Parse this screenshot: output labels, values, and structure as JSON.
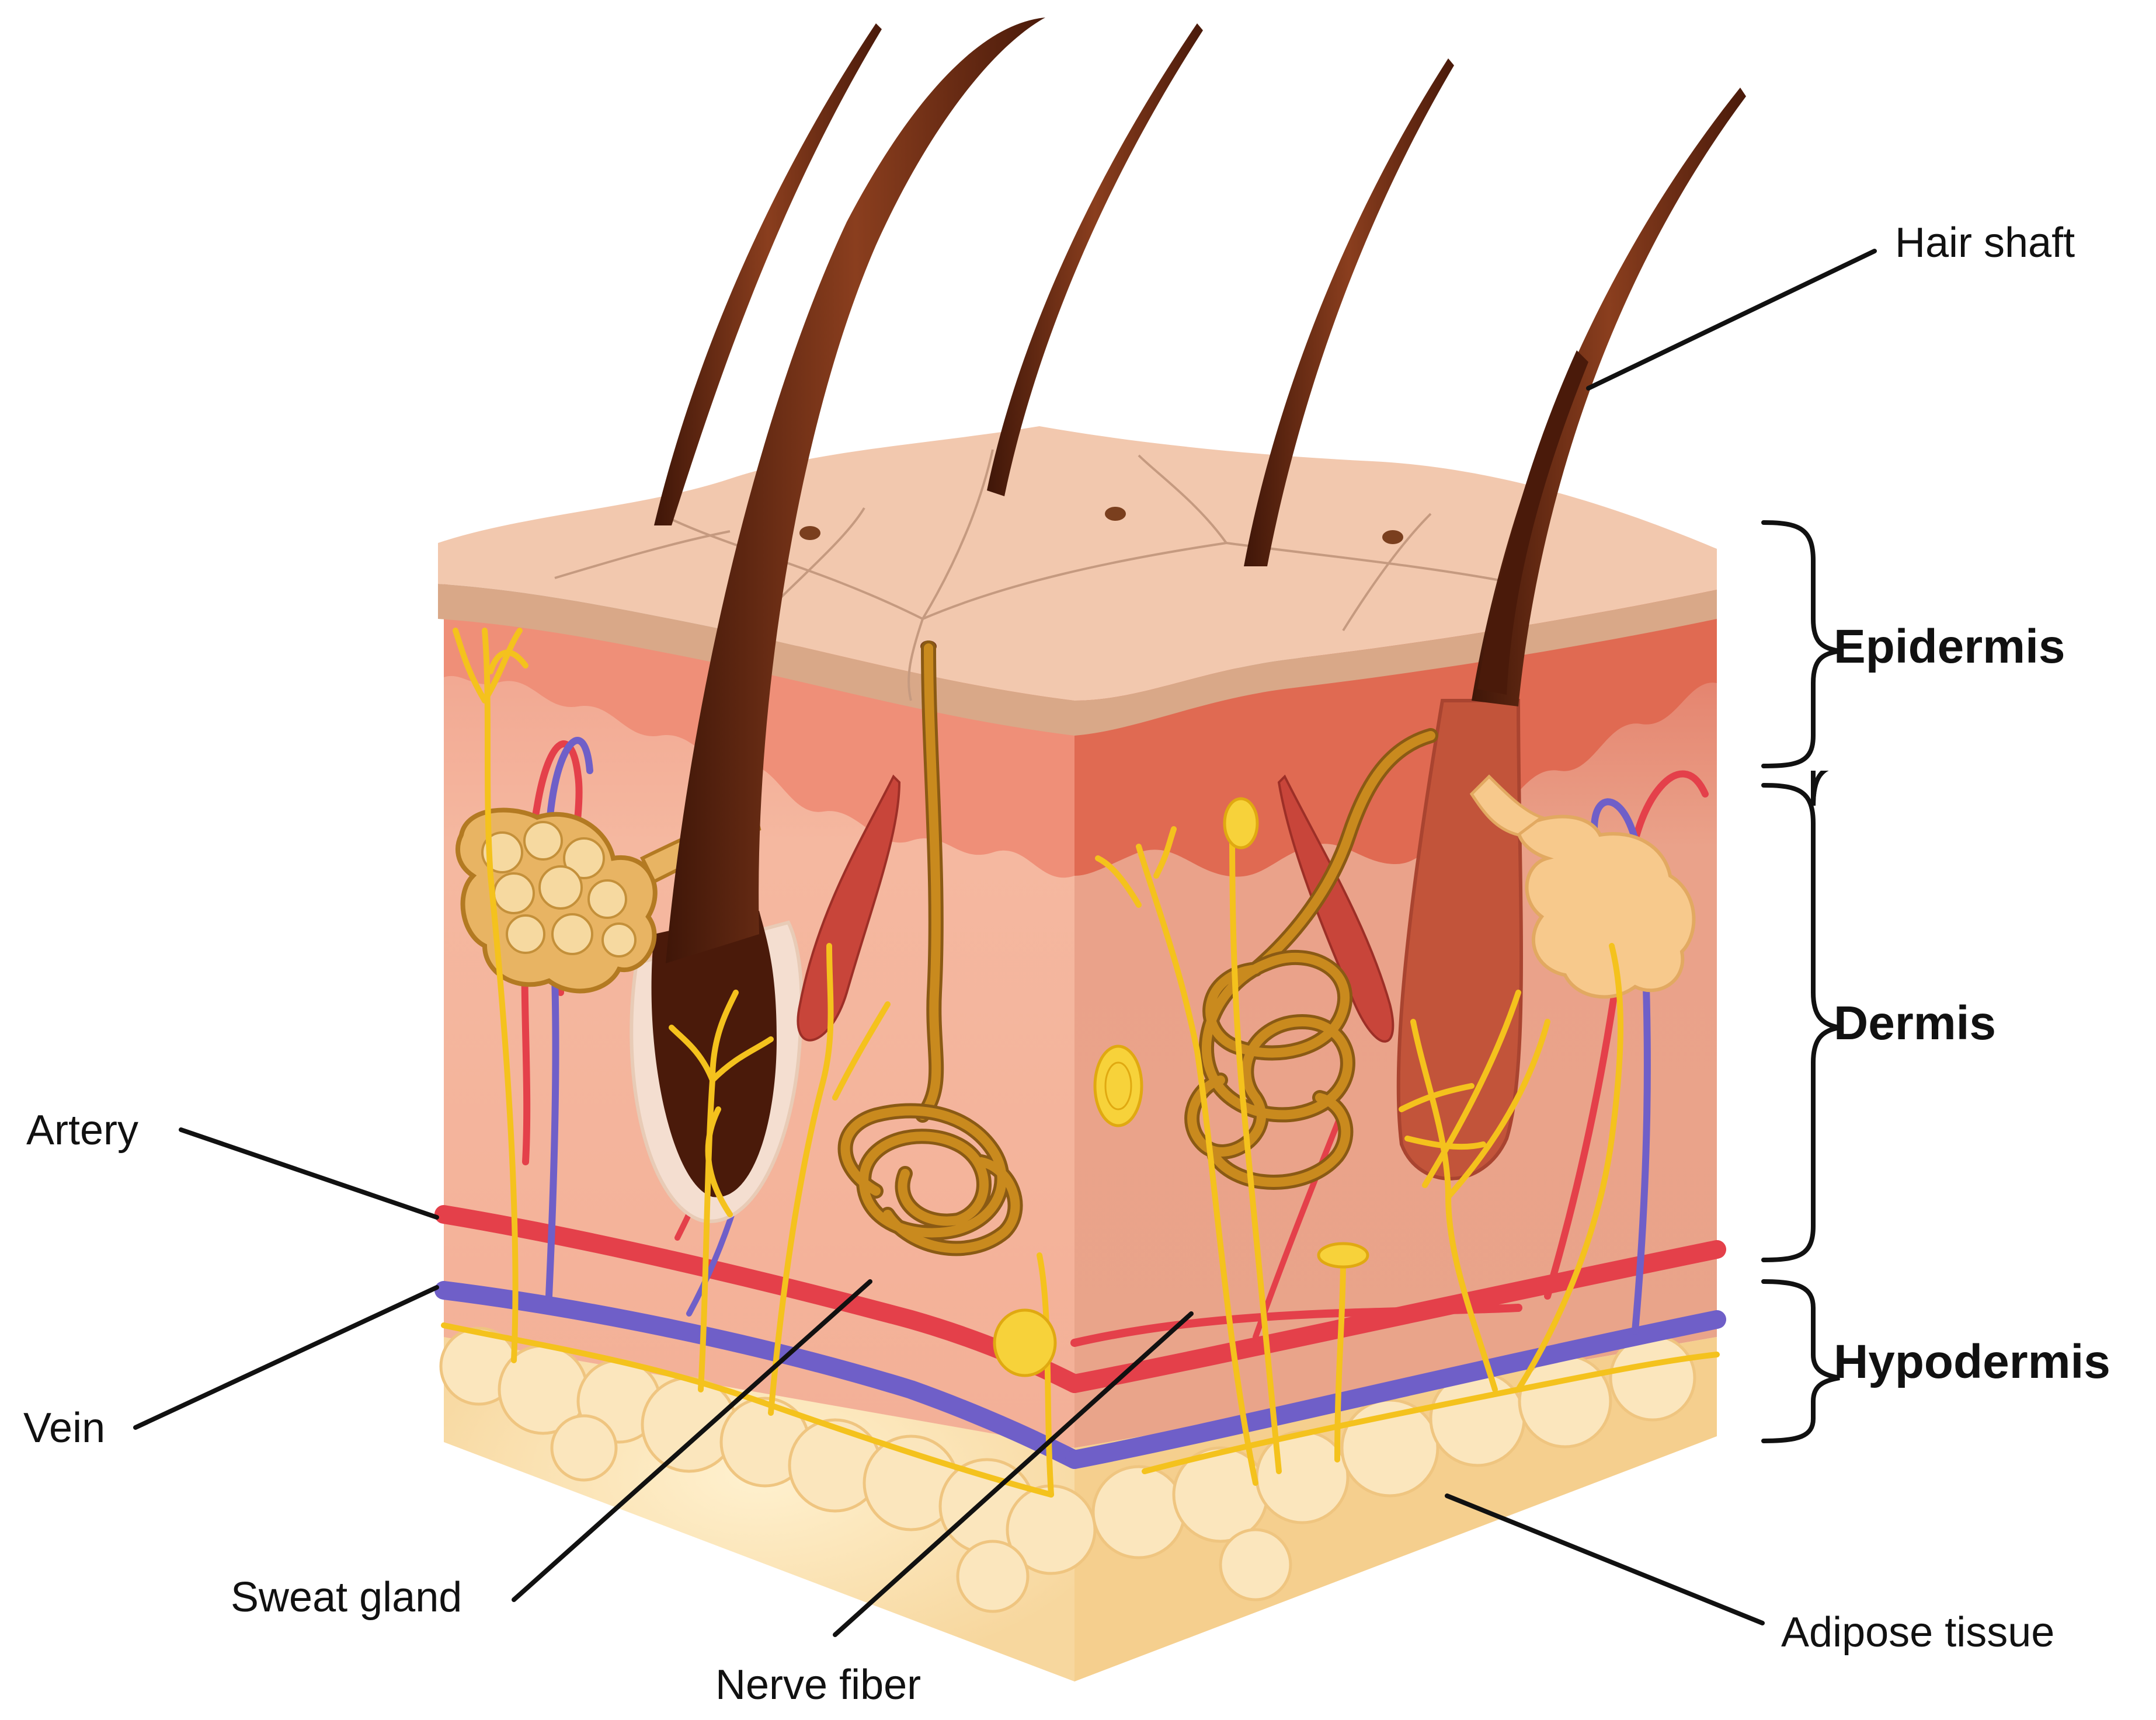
{
  "labels": {
    "hair_shaft": "Hair shaft",
    "artery": "Artery",
    "vein": "Vein",
    "sweat_gland": "Sweat gland",
    "nerve_fiber": "Nerve fiber",
    "adipose_tissue": "Adipose tissue"
  },
  "layers": {
    "epidermis": "Epidermis",
    "dermis": "Dermis",
    "hypodermis": "Hypodermis"
  },
  "colors": {
    "skin_top": "#f2c8ae",
    "skin_top_edge": "#d9a888",
    "epidermis_band": "#e9806c",
    "dermis": "#f3b197",
    "dermis_side": "#e9a48a",
    "hypodermis_fat": "#f9dfb0",
    "hair": "#6b2e17",
    "artery": "#e4404a",
    "vein": "#6f5fc8",
    "nerve": "#f4c21d",
    "gland": "#c98a1e",
    "muscle": "#c8453a",
    "leader_line": "#111111"
  }
}
